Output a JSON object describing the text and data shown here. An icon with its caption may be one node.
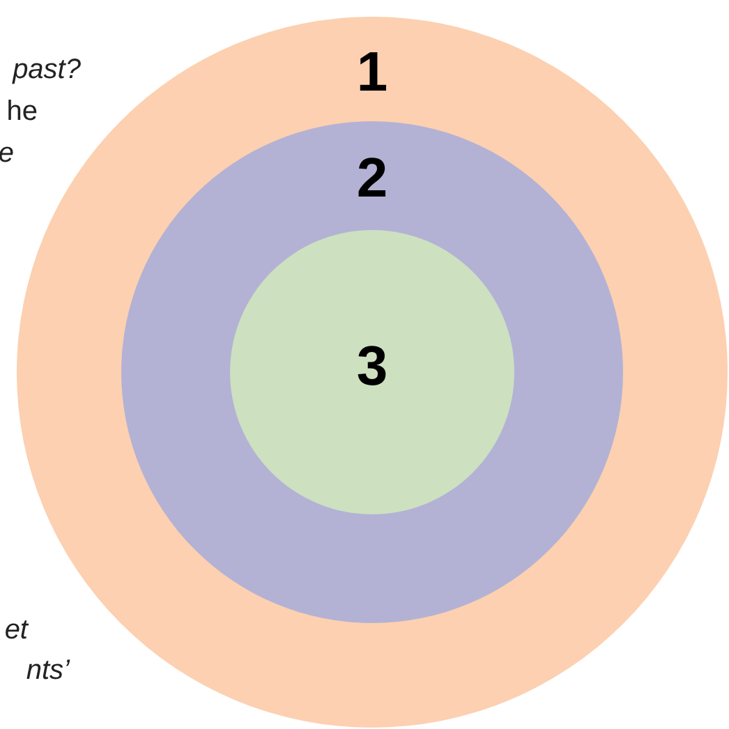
{
  "diagram": {
    "nodes": [
      {
        "text": [
          "1"
        ]
      },
      {
        "text": [
          "2"
        ],
        "in": 0
      },
      {
        "text": [
          "3"
        ],
        "in": 1
      }
    ],
    "labels": [
      "past?",
      "he",
      "e",
      "et",
      "nts’"
    ]
  }
}
